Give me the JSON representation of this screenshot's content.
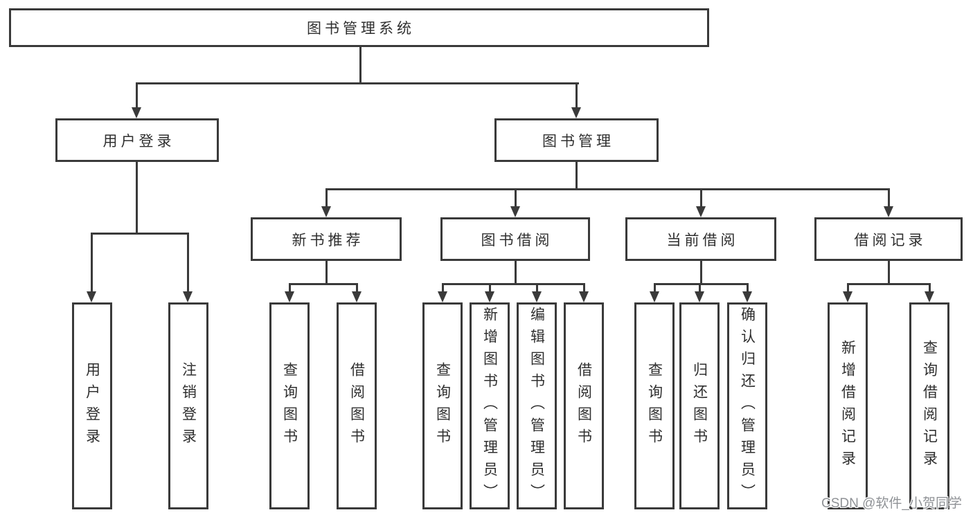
{
  "diagram": {
    "root": {
      "label": "图书管理系统"
    },
    "branches": [
      {
        "label": "用户登录",
        "children": [
          "用户登录",
          "注销登录"
        ]
      },
      {
        "label": "图书管理"
      }
    ],
    "modules": [
      {
        "label": "新书推荐",
        "children": [
          "查询图书",
          "借阅图书"
        ]
      },
      {
        "label": "图书借阅",
        "children": [
          "查询图书",
          "新增图书（管理员）",
          "编辑图书（管理员）",
          "借阅图书"
        ]
      },
      {
        "label": "当前借阅",
        "children": [
          "查询图书",
          "归还图书",
          "确认归还（管理员）"
        ]
      },
      {
        "label": "借阅记录",
        "children": [
          "新增借阅记录",
          "查询借阅记录"
        ]
      }
    ]
  },
  "watermark": {
    "text": "CSDN @软件_小贺同学"
  },
  "colors": {
    "line": "#3a3a3a",
    "text": "#2f2f2f",
    "watermark": "#8f9296",
    "background": "#ffffff"
  }
}
